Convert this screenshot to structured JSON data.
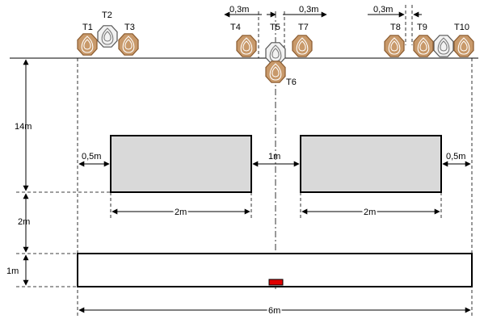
{
  "trees": [
    {
      "label": "T1",
      "variant": "brown"
    },
    {
      "label": "T2",
      "variant": "white"
    },
    {
      "label": "T3",
      "variant": "brown"
    },
    {
      "label": "T4",
      "variant": "brown"
    },
    {
      "label": "T5",
      "variant": "white"
    },
    {
      "label": "T6",
      "variant": "brown"
    },
    {
      "label": "T7",
      "variant": "brown"
    },
    {
      "label": "T8",
      "variant": "brown"
    },
    {
      "label": "T9",
      "variant": "brown"
    },
    {
      "label": "T10",
      "variant": "brown"
    }
  ],
  "extra_white_tree": {
    "variant": "white"
  },
  "dimensions": {
    "spacing_a": "0,3m",
    "spacing_b": "0,3m",
    "spacing_c": "0,3m",
    "height_top": "14m",
    "height_mid": "2m",
    "height_bottom": "1m",
    "left_gap": "0,5m",
    "middle_gap": "1m",
    "right_gap": "0,5m",
    "box_left_width": "2m",
    "box_right_width": "2m",
    "total_width": "6m"
  },
  "colors": {
    "tree_brown": "#c8996a",
    "tree_brown_dark": "#8a5a2e",
    "tree_white": "#f2f2f2",
    "box_fill": "#d9d9d9",
    "marker_red": "#e00000"
  }
}
